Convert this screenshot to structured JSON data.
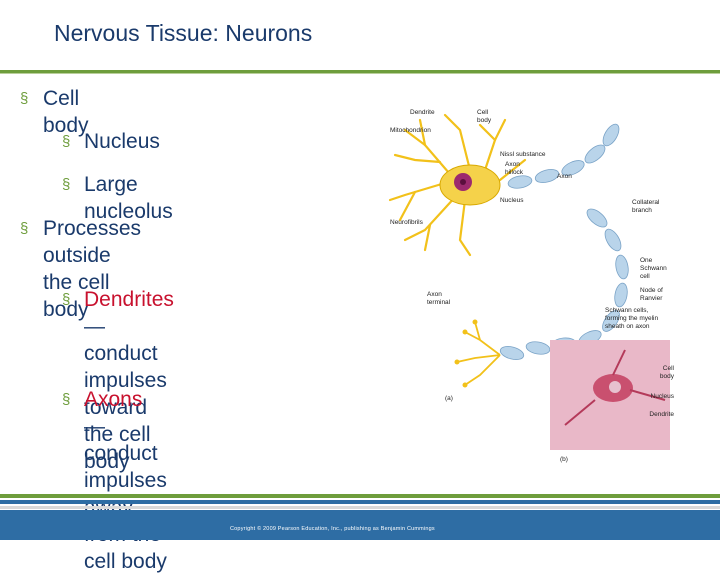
{
  "slide": {
    "title": "Nervous Tissue: Neurons",
    "bullets": [
      {
        "level": 1,
        "text": "Cell body"
      },
      {
        "level": 2,
        "text": "Nucleus"
      },
      {
        "level": 2,
        "text": "Large nucleolus"
      },
      {
        "level": 1,
        "lines": [
          "Processes outside the cell",
          "body"
        ]
      },
      {
        "level": 2,
        "term": "Dendrites",
        "lines": [
          " —conduct",
          "impulses toward the cell",
          "body"
        ]
      },
      {
        "level": 2,
        "term": "Axons",
        "lines": [
          " —conduct",
          "impulses away from the",
          "cell body"
        ]
      }
    ],
    "bullet_marker": "§"
  },
  "figure": {
    "labels": {
      "dendrite": "Dendrite",
      "cell_body": "Cell",
      "cell_body2": "body",
      "mitochondrion": "Mitochondrion",
      "nissl": "Nissl substance",
      "axon_hillock": "Axon",
      "axon_hillock2": "hillock",
      "axon": "Axon",
      "nucleus": "Nucleus",
      "collateral": "Collateral",
      "collateral2": "branch",
      "neurofibrils": "Neurofibrils",
      "schwann1": "One",
      "schwann2": "Schwann",
      "schwann3": "cell",
      "ranvier1": "Node of",
      "ranvier2": "Ranvier",
      "axon_terminal1": "Axon",
      "axon_terminal2": "terminal",
      "myelin1": "Schwann cells,",
      "myelin2": "forming the myelin",
      "myelin3": "sheath on axon",
      "micro_cell_body1": "Cell",
      "micro_cell_body2": "body",
      "micro_nucleus": "Nucleus",
      "micro_dendrite": "Dendrite",
      "panel_a": "(a)",
      "panel_b": "(b)"
    }
  },
  "footer": {
    "copyright": "Copyright © 2009 Pearson Education, Inc., publishing as Benjamin Cummings"
  },
  "colors": {
    "title": "#1a3a6b",
    "accent_green": "#6e9d3c",
    "footer_blue": "#2e6da4",
    "term_red": "#c8112e"
  }
}
